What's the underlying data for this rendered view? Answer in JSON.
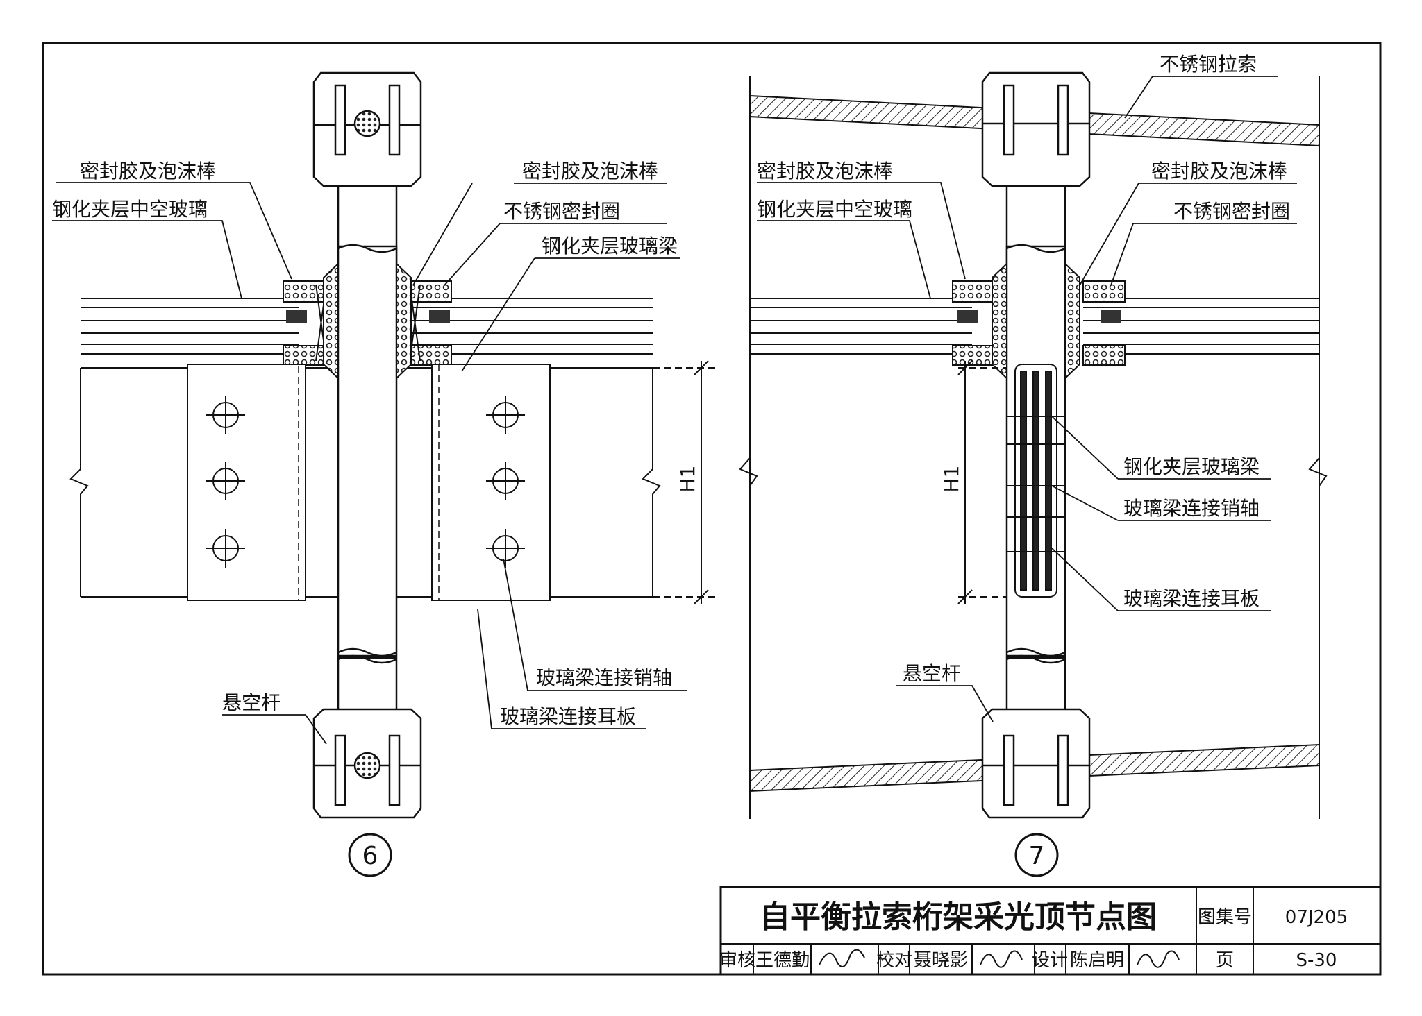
{
  "detail6": {
    "number": "6",
    "labels": {
      "sealant_left": "密封胶及泡沫棒",
      "glass_left": "钢化夹层中空玻璃",
      "sealant_right": "密封胶及泡沫棒",
      "steel_ring": "不锈钢密封圈",
      "glass_beam": "钢化夹层玻璃梁",
      "pin": "玻璃梁连接销轴",
      "lug": "玻璃梁连接耳板",
      "rod": "悬空杆"
    },
    "dimension": "H1"
  },
  "detail7": {
    "number": "7",
    "labels": {
      "cable": "不锈钢拉索",
      "sealant_left": "密封胶及泡沫棒",
      "glass_left": "钢化夹层中空玻璃",
      "sealant_right": "密封胶及泡沫棒",
      "steel_ring": "不锈钢密封圈",
      "glass_beam": "钢化夹层玻璃梁",
      "pin": "玻璃梁连接销轴",
      "lug": "玻璃梁连接耳板",
      "rod": "悬空杆"
    },
    "dimension": "H1"
  },
  "title_block": {
    "title": "自平衡拉索桁架采光顶节点图",
    "atlas_label": "图集号",
    "atlas_no": "07J205",
    "review_label": "审核",
    "reviewer": "王德勤",
    "check_label": "校对",
    "checker": "聂晓影",
    "design_label": "设计",
    "designer": "陈启明",
    "page_label": "页",
    "page_no": "S-30"
  }
}
